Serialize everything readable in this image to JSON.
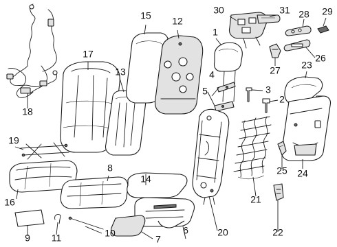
{
  "callouts": [
    {
      "id": "1",
      "label": "1"
    },
    {
      "id": "2",
      "label": "2"
    },
    {
      "id": "3",
      "label": "3"
    },
    {
      "id": "4",
      "label": "4"
    },
    {
      "id": "5",
      "label": "5"
    },
    {
      "id": "6",
      "label": "6"
    },
    {
      "id": "7",
      "label": "7"
    },
    {
      "id": "8",
      "label": "8"
    },
    {
      "id": "9",
      "label": "9"
    },
    {
      "id": "10",
      "label": "10"
    },
    {
      "id": "11",
      "label": "11"
    },
    {
      "id": "12",
      "label": "12"
    },
    {
      "id": "13",
      "label": "13"
    },
    {
      "id": "14",
      "label": "14"
    },
    {
      "id": "15",
      "label": "15"
    },
    {
      "id": "16",
      "label": "16"
    },
    {
      "id": "17",
      "label": "17"
    },
    {
      "id": "18",
      "label": "18"
    },
    {
      "id": "19",
      "label": "19"
    },
    {
      "id": "20",
      "label": "20"
    },
    {
      "id": "21",
      "label": "21"
    },
    {
      "id": "22",
      "label": "22"
    },
    {
      "id": "23",
      "label": "23"
    },
    {
      "id": "24",
      "label": "24"
    },
    {
      "id": "25",
      "label": "25"
    },
    {
      "id": "26",
      "label": "26"
    },
    {
      "id": "27",
      "label": "27"
    },
    {
      "id": "28",
      "label": "28"
    },
    {
      "id": "29",
      "label": "29"
    },
    {
      "id": "30",
      "label": "30"
    },
    {
      "id": "31",
      "label": "31"
    }
  ]
}
